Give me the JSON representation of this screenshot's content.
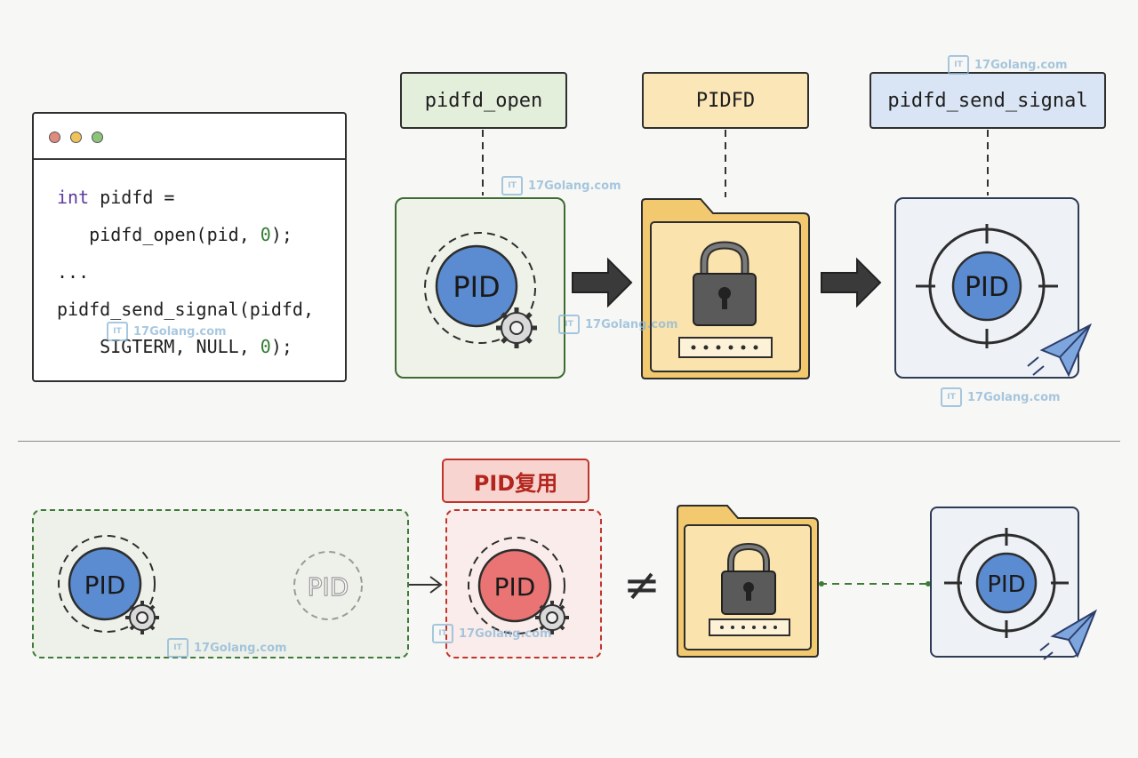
{
  "code": {
    "lines": [
      {
        "parts": [
          {
            "t": "int",
            "c": "kw"
          },
          {
            "t": " pidfd =",
            "c": ""
          }
        ]
      },
      {
        "parts": [
          {
            "t": "   pidfd_open(pid, ",
            "c": ""
          },
          {
            "t": "0",
            "c": "num"
          },
          {
            "t": ");",
            "c": ""
          }
        ]
      },
      {
        "parts": [
          {
            "t": "...",
            "c": ""
          }
        ]
      },
      {
        "parts": [
          {
            "t": "pidfd_send_signal(pidfd,",
            "c": ""
          }
        ]
      },
      {
        "parts": [
          {
            "t": "    SIGTERM, NULL, ",
            "c": ""
          },
          {
            "t": "0",
            "c": "num"
          },
          {
            "t": ");",
            "c": ""
          }
        ]
      }
    ],
    "dots": [
      "#e08a80",
      "#f0c35a",
      "#8cc47a"
    ]
  },
  "labels": {
    "open": "pidfd_open",
    "pidfd": "PIDFD",
    "send": "pidfd_send_signal",
    "reuse": "PID复用"
  },
  "pid": {
    "text": "PID",
    "blue": "#5b8bd0",
    "red": "#ea7474",
    "ghost": "#c9c9c9"
  },
  "not_equal": "≠",
  "watermark": "17Golang.com",
  "icons": {
    "gear": "gear-icon",
    "lock": "lock-icon",
    "folder": "folder-icon",
    "crosshair": "crosshair-icon",
    "plane": "paper-plane-icon",
    "arrow": "arrow-right-icon"
  }
}
